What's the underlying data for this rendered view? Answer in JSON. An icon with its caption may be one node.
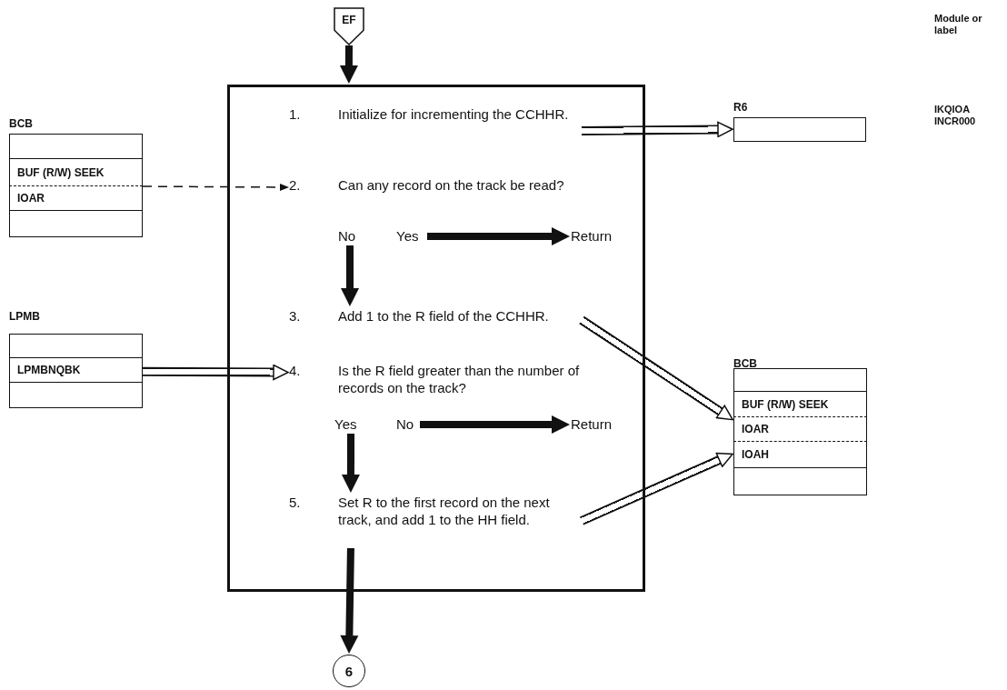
{
  "diagram": {
    "nodes": [
      {
        "text": [
          "EF"
        ]
      },
      {
        "text": [],
        "shape": "box"
      },
      {
        "text": [
          "1.",
          "Initialize for incrementing the CCHHR."
        ],
        "in": 1
      },
      {
        "text": [
          "2.",
          "Can any record on the track be read?"
        ],
        "in": 1
      },
      {
        "text": [
          "No"
        ],
        "in": 1
      },
      {
        "text": [
          "Yes"
        ],
        "in": 1
      },
      {
        "text": [
          "Return"
        ],
        "in": 1
      },
      {
        "text": [
          "3.",
          "Add 1 to the R field of the CCHHR."
        ],
        "in": 1
      },
      {
        "text": [
          "4.",
          "Is the R field greater than the number of records on the track?"
        ],
        "in": 1
      },
      {
        "text": [
          "Yes"
        ],
        "in": 1
      },
      {
        "text": [
          "No"
        ],
        "in": 1
      },
      {
        "text": [
          "Return"
        ],
        "in": 1
      },
      {
        "text": [
          "5.",
          "Set R to the first record on the next track, and add 1 to the HH field."
        ],
        "in": 1
      },
      {
        "text": [
          "6"
        ]
      },
      {
        "text": [
          "BCB"
        ]
      },
      {
        "text": [],
        "shape": "box",
        "in": 14
      },
      {
        "text": [
          "BUF (R/W) SEEK"
        ],
        "in": 14
      },
      {
        "text": [
          "IOAR"
        ],
        "in": 14
      },
      {
        "text": [],
        "shape": "box",
        "in": 14
      },
      {
        "text": [
          "R6"
        ]
      },
      {
        "text": [
          "LPMB"
        ]
      },
      {
        "text": [],
        "shape": "box",
        "in": 20
      },
      {
        "text": [
          "LPMBNQBK"
        ],
        "in": 20
      },
      {
        "text": [],
        "shape": "box",
        "in": 20
      },
      {
        "text": [
          "BCB"
        ]
      },
      {
        "text": [],
        "shape": "box",
        "in": 24
      },
      {
        "text": [
          "BUF (R/W) SEEK"
        ],
        "in": 24
      },
      {
        "text": [
          "IOAR"
        ],
        "in": 24
      },
      {
        "text": [
          "IOAH"
        ],
        "in": 24
      },
      {
        "text": [],
        "shape": "box",
        "in": 24
      }
    ],
    "edges": [
      {
        "from": 0,
        "to": 1,
        "arrow": "to"
      },
      {
        "from": 2,
        "to": 19,
        "arrow": "to",
        "style": "thick"
      },
      {
        "from": 14,
        "to": 3,
        "arrow": "to",
        "style": "dashed"
      },
      {
        "from": 5,
        "to": 6,
        "arrow": "to"
      },
      {
        "from": 4,
        "to": 7,
        "arrow": "to"
      },
      {
        "from": 22,
        "to": 8,
        "arrow": "to",
        "style": "thick"
      },
      {
        "from": 7,
        "to": 27,
        "arrow": "to",
        "style": "thick"
      },
      {
        "from": 9,
        "to": 12,
        "arrow": "to"
      },
      {
        "from": 10,
        "to": 11,
        "arrow": "to"
      },
      {
        "from": 12,
        "to": 28,
        "arrow": "to",
        "style": "thick"
      },
      {
        "from": 12,
        "to": 13,
        "arrow": "to"
      }
    ],
    "labels": [
      "Module or label",
      "IKQIOA INCR000"
    ]
  }
}
